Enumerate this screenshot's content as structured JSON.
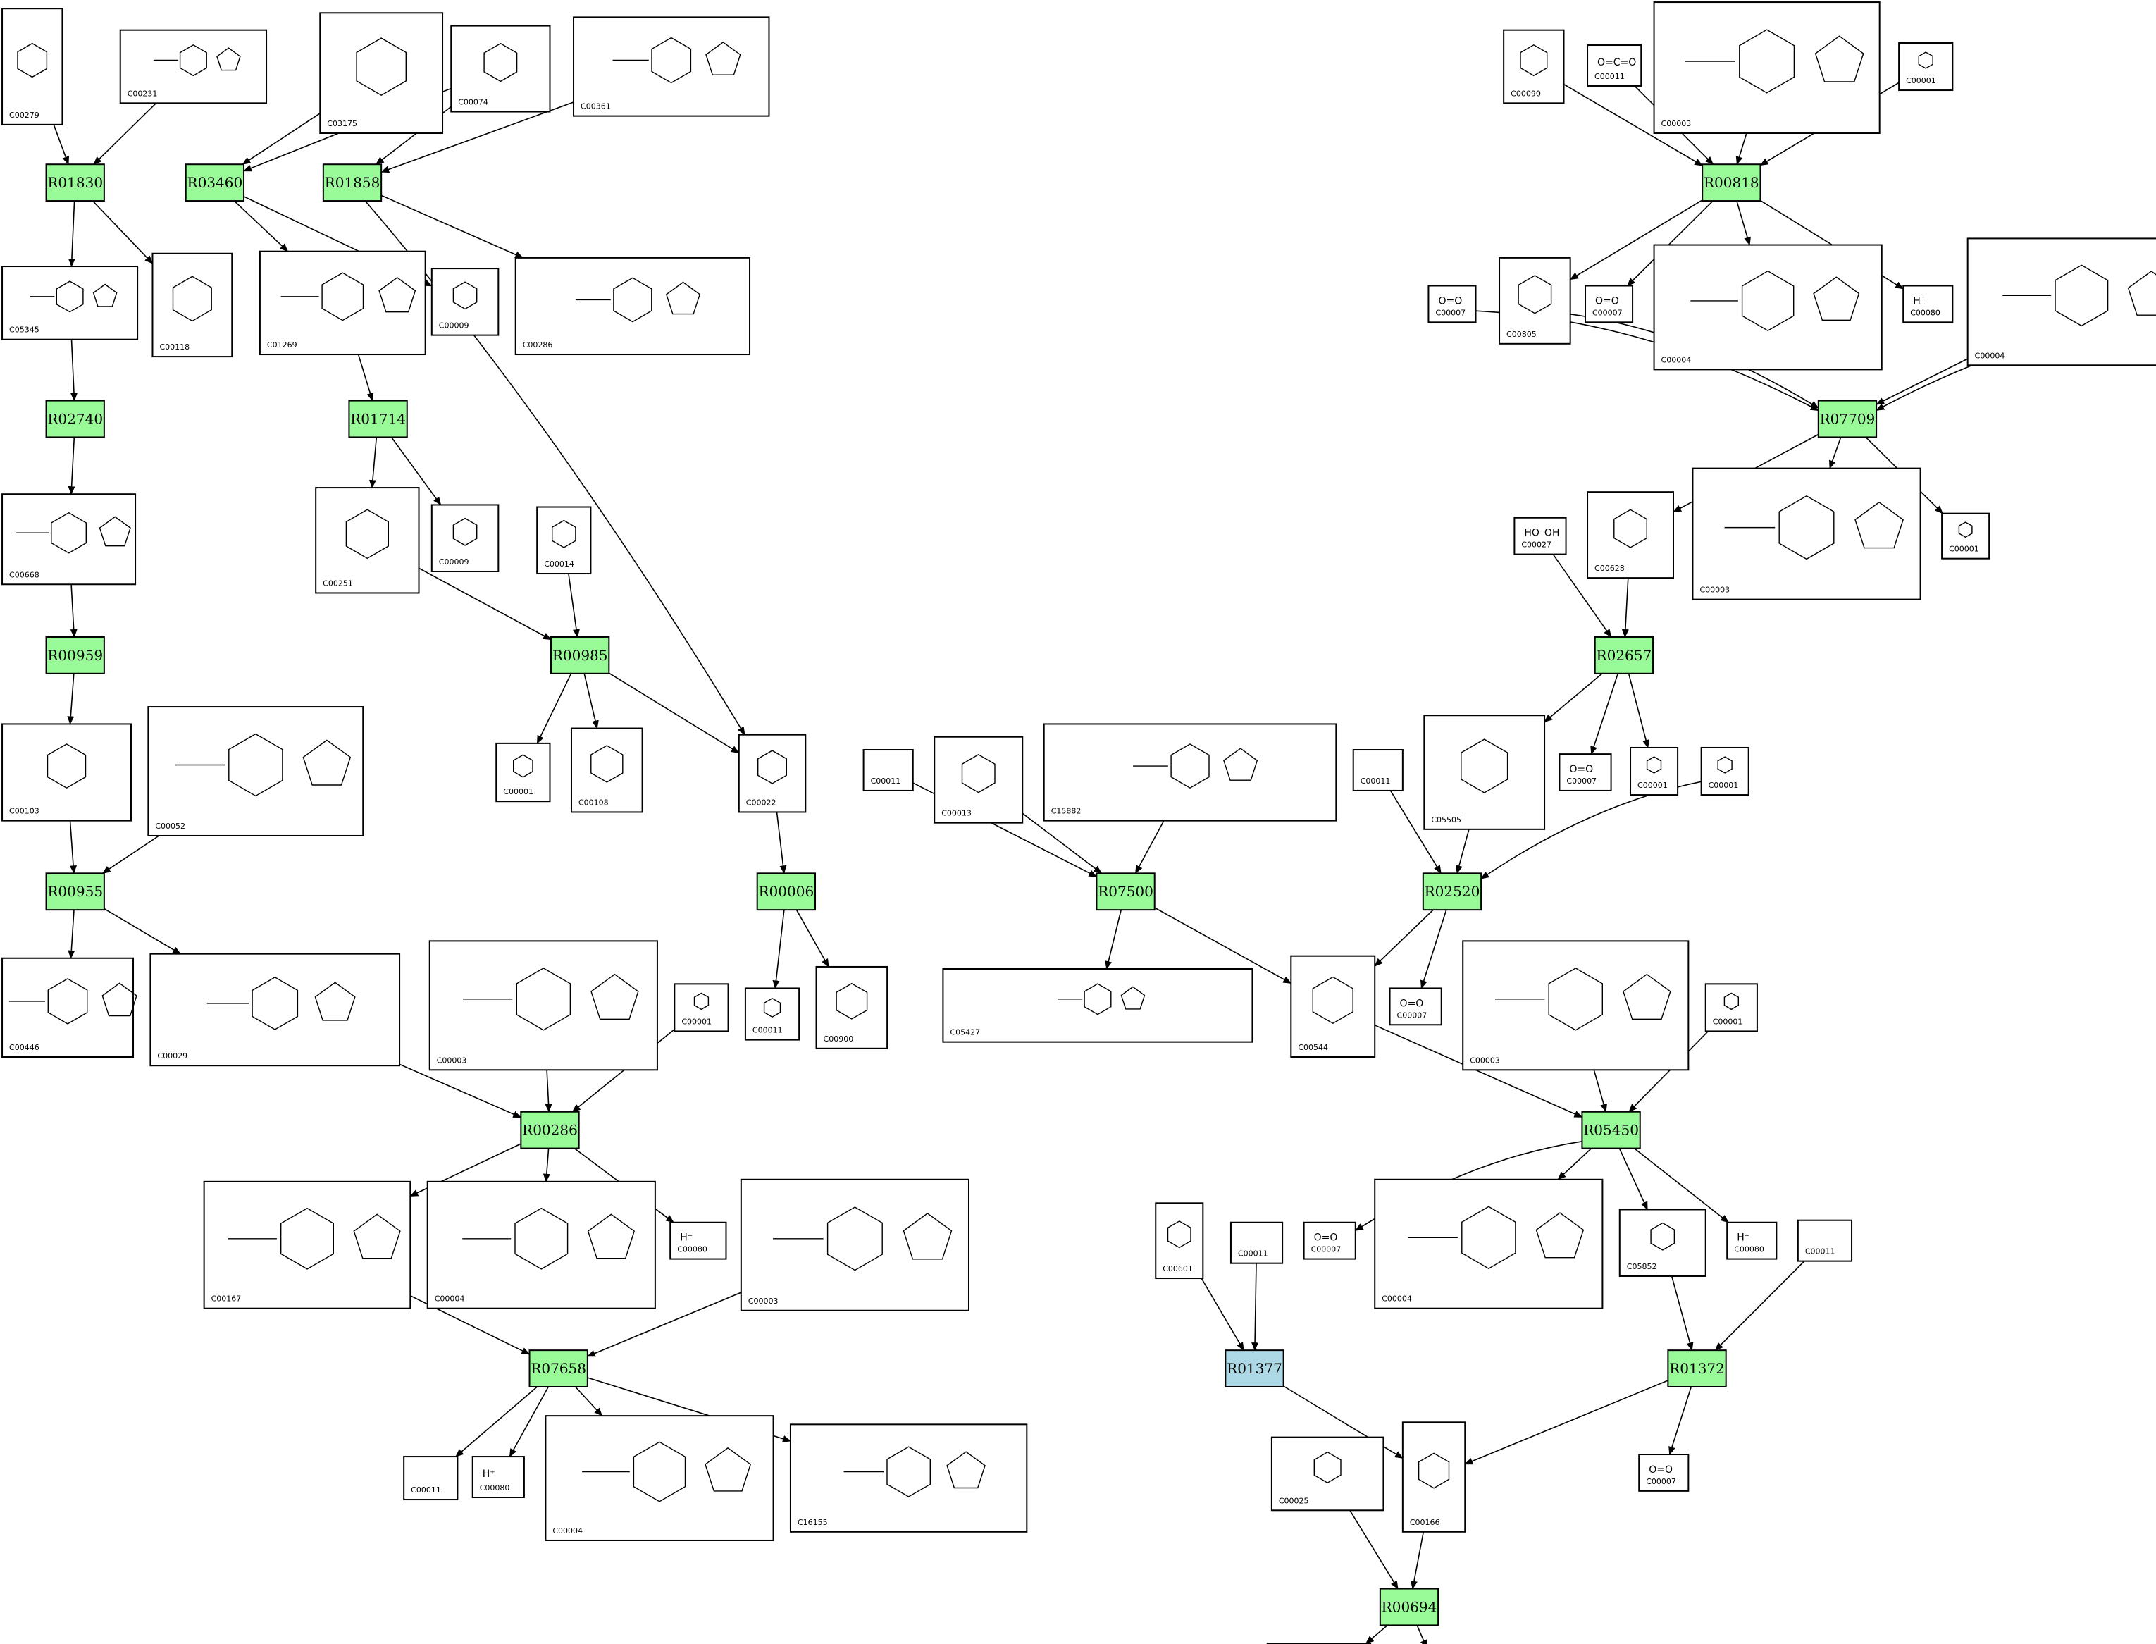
{
  "colors": {
    "reaction": "#98fb98",
    "reaction_highlight": "#add8e6",
    "edge": "#000000"
  },
  "reactions": [
    {
      "id": "R01830",
      "highlight": false
    },
    {
      "id": "R03460",
      "highlight": false
    },
    {
      "id": "R01858",
      "highlight": false
    },
    {
      "id": "R02740",
      "highlight": false
    },
    {
      "id": "R01714",
      "highlight": false
    },
    {
      "id": "R00959",
      "highlight": false
    },
    {
      "id": "R00985",
      "highlight": false
    },
    {
      "id": "R00955",
      "highlight": false
    },
    {
      "id": "R00006",
      "highlight": false
    },
    {
      "id": "R00286",
      "highlight": false
    },
    {
      "id": "R07658",
      "highlight": false
    },
    {
      "id": "R00818",
      "highlight": false
    },
    {
      "id": "R07709",
      "highlight": false
    },
    {
      "id": "R02657",
      "highlight": false
    },
    {
      "id": "R07500",
      "highlight": false
    },
    {
      "id": "R02520",
      "highlight": false
    },
    {
      "id": "R05450",
      "highlight": false
    },
    {
      "id": "R01377",
      "highlight": true
    },
    {
      "id": "R01372",
      "highlight": false
    },
    {
      "id": "R00694",
      "highlight": false
    }
  ],
  "compounds": [
    {
      "id": "C00279",
      "formula": ""
    },
    {
      "id": "C00231",
      "formula": ""
    },
    {
      "id": "C03175",
      "formula": ""
    },
    {
      "id": "C00074",
      "formula": ""
    },
    {
      "id": "C00361",
      "formula": ""
    },
    {
      "id": "C05345",
      "formula": ""
    },
    {
      "id": "C00118",
      "formula": ""
    },
    {
      "id": "C01269",
      "formula": ""
    },
    {
      "id": "C00009",
      "label": "C00009",
      "formula": ""
    },
    {
      "id": "C00286",
      "formula": ""
    },
    {
      "id": "C00668",
      "formula": ""
    },
    {
      "id": "C00251",
      "formula": ""
    },
    {
      "id": "C00009b",
      "label": "C00009",
      "formula": ""
    },
    {
      "id": "C00014",
      "formula": ""
    },
    {
      "id": "C00103",
      "formula": ""
    },
    {
      "id": "C00052",
      "formula": ""
    },
    {
      "id": "C00001",
      "label": "C00001",
      "formula": ""
    },
    {
      "id": "C00108",
      "formula": ""
    },
    {
      "id": "C00022",
      "formula": ""
    },
    {
      "id": "C00446",
      "formula": ""
    },
    {
      "id": "C00029",
      "formula": ""
    },
    {
      "id": "C00003",
      "label": "C00003",
      "formula": ""
    },
    {
      "id": "C00001b",
      "label": "C00001",
      "formula": ""
    },
    {
      "id": "C00011",
      "label": "C00011",
      "formula": ""
    },
    {
      "id": "C00900",
      "formula": ""
    },
    {
      "id": "C00167",
      "formula": ""
    },
    {
      "id": "C00004",
      "label": "C00004",
      "formula": ""
    },
    {
      "id": "C00080",
      "label": "C00080",
      "formula": "H⁺"
    },
    {
      "id": "C00003b",
      "label": "C00003",
      "formula": ""
    },
    {
      "id": "C00011b",
      "label": "C00011",
      "formula": ""
    },
    {
      "id": "C00080b",
      "label": "C00080",
      "formula": "H⁺"
    },
    {
      "id": "C00004b",
      "label": "C00004",
      "formula": ""
    },
    {
      "id": "C16155",
      "formula": ""
    },
    {
      "id": "C00090",
      "formula": ""
    },
    {
      "id": "C00011c",
      "label": "C00011",
      "formula": "O=C=O"
    },
    {
      "id": "C00003c",
      "label": "C00003",
      "formula": ""
    },
    {
      "id": "C00001c",
      "label": "C00001",
      "formula": ""
    },
    {
      "id": "C00805",
      "formula": ""
    },
    {
      "id": "C00007",
      "label": "C00007",
      "formula": "O=O"
    },
    {
      "id": "C00004c",
      "label": "C00004",
      "formula": ""
    },
    {
      "id": "C00080c",
      "label": "C00080",
      "formula": "H⁺"
    },
    {
      "id": "C00007b",
      "label": "C00007",
      "formula": "O=O"
    },
    {
      "id": "C00004d",
      "label": "C00004",
      "formula": ""
    },
    {
      "id": "C00080d",
      "label": "C00080",
      "formula": "H⁺"
    },
    {
      "id": "C00027",
      "formula": "HO–OH"
    },
    {
      "id": "C00628",
      "formula": ""
    },
    {
      "id": "C00003d",
      "label": "C00003",
      "formula": ""
    },
    {
      "id": "C00001d",
      "label": "C00001",
      "formula": ""
    },
    {
      "id": "C00011d",
      "label": "C00011",
      "formula": ""
    },
    {
      "id": "C00013",
      "label": "C00013",
      "formula": ""
    },
    {
      "id": "C15882",
      "formula": ""
    },
    {
      "id": "C00011e",
      "label": "C00011",
      "formula": ""
    },
    {
      "id": "C05505",
      "formula": ""
    },
    {
      "id": "C00007c",
      "label": "C00007",
      "formula": "O=O"
    },
    {
      "id": "C00001e",
      "label": "C00001",
      "formula": ""
    },
    {
      "id": "C00001f",
      "label": "C00001",
      "formula": ""
    },
    {
      "id": "C05427",
      "formula": ""
    },
    {
      "id": "C00544",
      "formula": ""
    },
    {
      "id": "C00007d",
      "label": "C00007",
      "formula": "O=O"
    },
    {
      "id": "C00003e",
      "label": "C00003",
      "formula": ""
    },
    {
      "id": "C00001g",
      "label": "C00001",
      "formula": ""
    },
    {
      "id": "C00601",
      "formula": ""
    },
    {
      "id": "C00011f",
      "label": "C00011",
      "formula": ""
    },
    {
      "id": "C00007e",
      "label": "C00007",
      "formula": "O=O"
    },
    {
      "id": "C00004e",
      "label": "C00004",
      "formula": ""
    },
    {
      "id": "C05852",
      "formula": ""
    },
    {
      "id": "C00080e",
      "label": "C00080",
      "formula": "H⁺"
    },
    {
      "id": "C00011g",
      "label": "C00011",
      "formula": ""
    },
    {
      "id": "C00166",
      "formula": ""
    },
    {
      "id": "C00007f",
      "label": "C00007",
      "formula": "O=O"
    },
    {
      "id": "C00025",
      "formula": ""
    },
    {
      "id": "C00079",
      "formula": ""
    },
    {
      "id": "C00026",
      "formula": ""
    }
  ],
  "edges": [
    [
      "C00279",
      "R01830"
    ],
    [
      "C00231",
      "R01830"
    ],
    [
      "R01830",
      "C05345"
    ],
    [
      "R01830",
      "C00118"
    ],
    [
      "C03175",
      "R03460"
    ],
    [
      "C00074",
      "R03460"
    ],
    [
      "C00074",
      "R01858"
    ],
    [
      "C00361",
      "R01858"
    ],
    [
      "R03460",
      "C01269"
    ],
    [
      "R03460",
      "C00009"
    ],
    [
      "R01858",
      "C00286"
    ],
    [
      "R01858",
      "C00022"
    ],
    [
      "C05345",
      "R02740"
    ],
    [
      "R02740",
      "C00668"
    ],
    [
      "C01269",
      "R01714"
    ],
    [
      "R01714",
      "C00251"
    ],
    [
      "R01714",
      "C00009b"
    ],
    [
      "C00668",
      "R00959"
    ],
    [
      "R00959",
      "C00103"
    ],
    [
      "C00251",
      "R00985"
    ],
    [
      "C00014",
      "R00985"
    ],
    [
      "R00985",
      "C00001"
    ],
    [
      "R00985",
      "C00108"
    ],
    [
      "R00985",
      "C00022"
    ],
    [
      "C00103",
      "R00955"
    ],
    [
      "C00052",
      "R00955"
    ],
    [
      "R00955",
      "C00446"
    ],
    [
      "R00955",
      "C00029"
    ],
    [
      "C00022",
      "R00006"
    ],
    [
      "R00006",
      "C00011"
    ],
    [
      "R00006",
      "C00900"
    ],
    [
      "C00029",
      "R00286"
    ],
    [
      "C00003",
      "R00286"
    ],
    [
      "C00001b",
      "R00286"
    ],
    [
      "R00286",
      "C00167"
    ],
    [
      "R00286",
      "C00004"
    ],
    [
      "R00286",
      "C00080"
    ],
    [
      "C00167",
      "R07658"
    ],
    [
      "C00003b",
      "R07658"
    ],
    [
      "R07658",
      "C00011b"
    ],
    [
      "R07658",
      "C00080b"
    ],
    [
      "R07658",
      "C00004b"
    ],
    [
      "R07658",
      "C16155"
    ],
    [
      "C00090",
      "R00818"
    ],
    [
      "C00011c",
      "R00818"
    ],
    [
      "C00003c",
      "R00818"
    ],
    [
      "C00001c",
      "R00818"
    ],
    [
      "R00818",
      "C00805"
    ],
    [
      "R00818",
      "C00007"
    ],
    [
      "R00818",
      "C00004c"
    ],
    [
      "R00818",
      "C00080c"
    ],
    [
      "C00007b",
      "R07709"
    ],
    [
      "C00805",
      "R07709"
    ],
    [
      "C00004d",
      "R07709"
    ],
    [
      "C00080d",
      "R07709"
    ],
    [
      "R07709",
      "C00628"
    ],
    [
      "R07709",
      "C00003d"
    ],
    [
      "R07709",
      "C00001d"
    ],
    [
      "C00027",
      "R02657"
    ],
    [
      "C00628",
      "R02657"
    ],
    [
      "R02657",
      "C05505"
    ],
    [
      "R02657",
      "C00007c"
    ],
    [
      "R02657",
      "C00001e"
    ],
    [
      "C00011d",
      "R07500"
    ],
    [
      "C00013",
      "R07500"
    ],
    [
      "C15882",
      "R07500"
    ],
    [
      "R07500",
      "C05427"
    ],
    [
      "R07500",
      "C00544"
    ],
    [
      "C00011e",
      "R02520"
    ],
    [
      "C05505",
      "R02520"
    ],
    [
      "C00001f",
      "R02520"
    ],
    [
      "R02520",
      "C00544"
    ],
    [
      "R02520",
      "C00007d"
    ],
    [
      "C00544",
      "R05450"
    ],
    [
      "C00003e",
      "R05450"
    ],
    [
      "C00001g",
      "R05450"
    ],
    [
      "R05450",
      "C00007e"
    ],
    [
      "R05450",
      "C00004e"
    ],
    [
      "R05450",
      "C05852"
    ],
    [
      "R05450",
      "C00080e"
    ],
    [
      "C00601",
      "R01377"
    ],
    [
      "C00011f",
      "R01377"
    ],
    [
      "R01377",
      "C00166"
    ],
    [
      "C05852",
      "R01372"
    ],
    [
      "C00011g",
      "R01372"
    ],
    [
      "R01372",
      "C00166"
    ],
    [
      "R01372",
      "C00007f"
    ],
    [
      "C00025",
      "R00694"
    ],
    [
      "C00166",
      "R00694"
    ],
    [
      "R00694",
      "C00079"
    ],
    [
      "R00694",
      "C00026"
    ]
  ]
}
